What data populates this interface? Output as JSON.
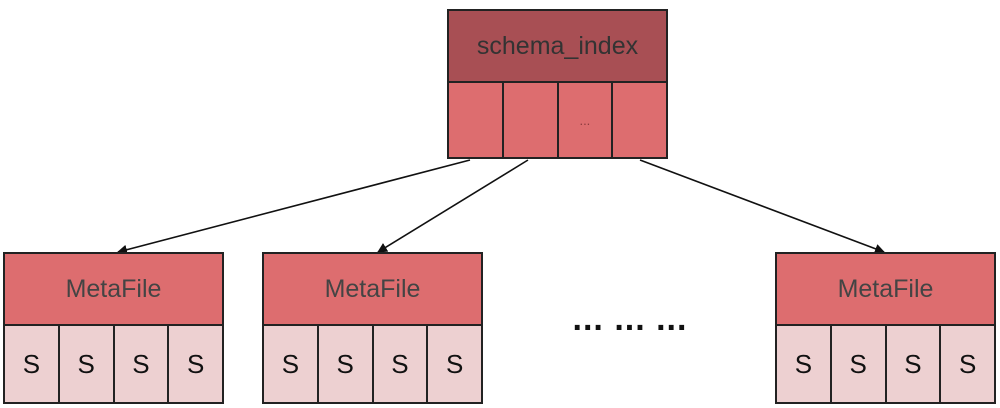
{
  "root": {
    "label": "schema_index",
    "slots": [
      "",
      "",
      "...",
      ""
    ]
  },
  "metafiles": [
    {
      "label": "MetaFile",
      "slots": [
        "S",
        "S",
        "S",
        "S"
      ]
    },
    {
      "label": "MetaFile",
      "slots": [
        "S",
        "S",
        "S",
        "S"
      ]
    },
    {
      "label": "MetaFile",
      "slots": [
        "S",
        "S",
        "S",
        "S"
      ]
    }
  ],
  "gap_label": "... ... ...",
  "colors": {
    "root_header": "#a84f54",
    "root_slot": "#dd6d6f",
    "meta_header": "#dd6d6f",
    "meta_slot": "#edd0d1",
    "border": "#222222"
  }
}
